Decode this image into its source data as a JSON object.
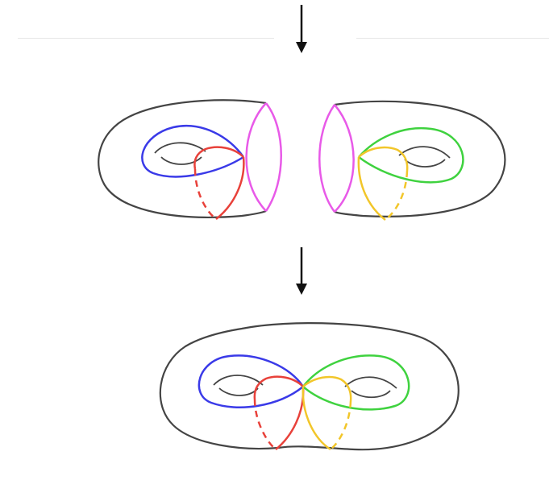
{
  "figure": {
    "background": "#ffffff",
    "steps": [
      {
        "id": "top-arrow",
        "kind": "arrow"
      },
      {
        "id": "separated-tori",
        "kind": "two genus-one surfaces with boundary"
      },
      {
        "id": "middle-arrow",
        "kind": "arrow"
      },
      {
        "id": "glued-surface",
        "kind": "genus-two surface"
      }
    ]
  },
  "colors": {
    "outline": "#444444",
    "blue_curve": "#3a3ae8",
    "red_curve": "#e8413a",
    "magenta_curve": "#e85ae8",
    "green_curve": "#3fd23f",
    "yellow_curve": "#f2c62a",
    "arrow": "#111111",
    "separator": "#e6e6e6"
  },
  "icons": [
    "down-arrow-icon",
    "down-arrow-icon"
  ]
}
